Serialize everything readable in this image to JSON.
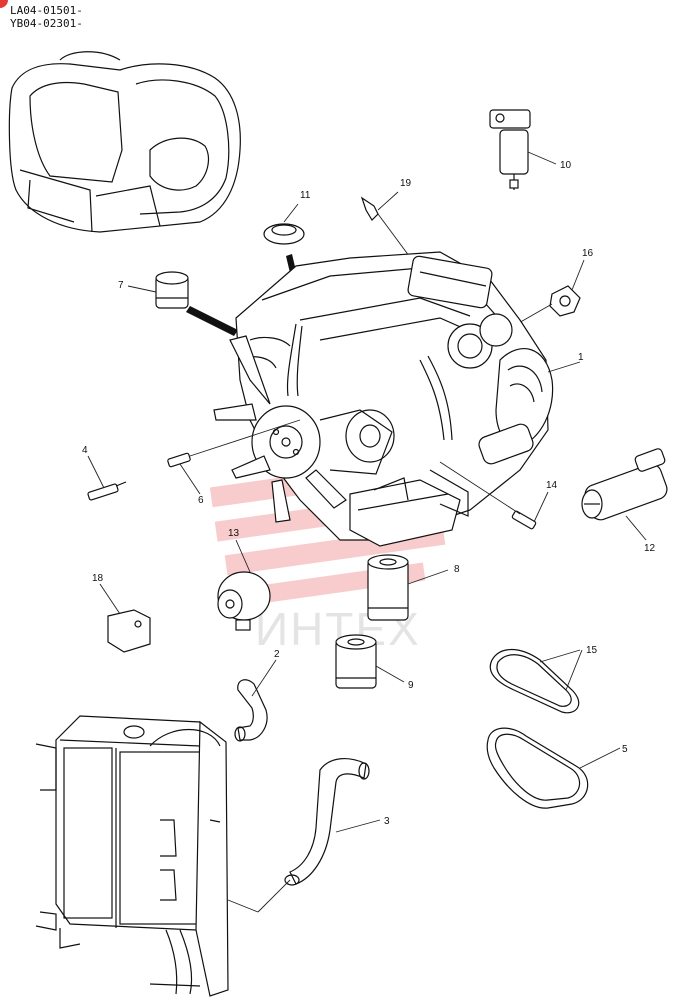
{
  "header": {
    "serials": [
      "LA04-01501-",
      "YB04-02301-"
    ]
  },
  "watermark": {
    "text": "ИНТЕХ",
    "color": "#f4a3a3"
  },
  "callouts": [
    {
      "id": "c1",
      "label": "1"
    },
    {
      "id": "c2",
      "label": "2"
    },
    {
      "id": "c3",
      "label": "3"
    },
    {
      "id": "c4",
      "label": "4"
    },
    {
      "id": "c5",
      "label": "5"
    },
    {
      "id": "c6",
      "label": "6"
    },
    {
      "id": "c7",
      "label": "7"
    },
    {
      "id": "c8",
      "label": "8"
    },
    {
      "id": "c9",
      "label": "9"
    },
    {
      "id": "c10",
      "label": "10"
    },
    {
      "id": "c11",
      "label": "11"
    },
    {
      "id": "c12",
      "label": "12"
    },
    {
      "id": "c13",
      "label": "13"
    },
    {
      "id": "c14",
      "label": "14"
    },
    {
      "id": "c15",
      "label": "15"
    },
    {
      "id": "c16",
      "label": "16"
    },
    {
      "id": "c18",
      "label": "18"
    },
    {
      "id": "c19",
      "label": "19"
    }
  ]
}
